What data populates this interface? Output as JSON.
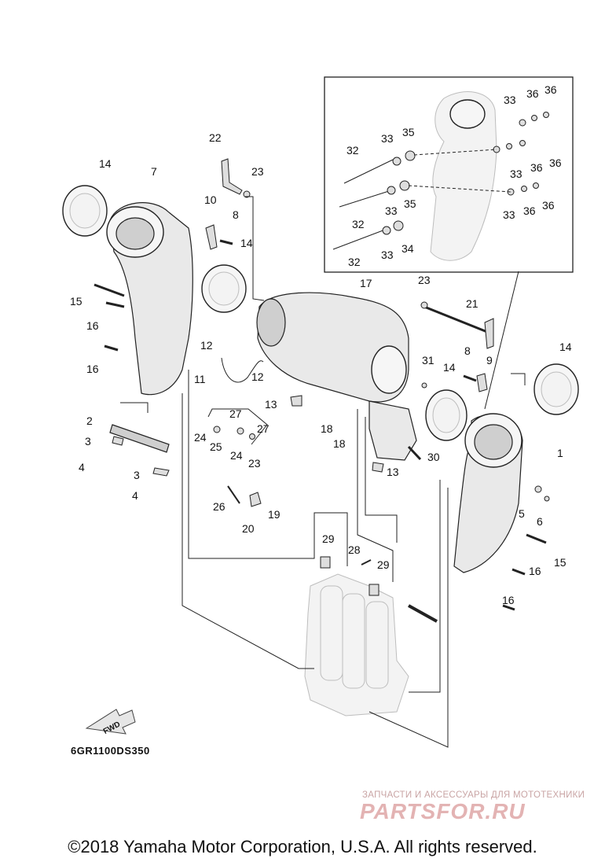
{
  "diagram": {
    "diagram_code": "6GR1100DS350",
    "fwd_label": "FWD",
    "watermark_tagline": "ЗАПЧАСТИ И АКСЕССУАРЫ ДЛЯ МОТОТЕХНИКИ",
    "watermark_logo": "PARTSFOR.RU",
    "copyright": "©2018 Yamaha Motor Corporation, U.S.A. All rights reserved.",
    "callouts": [
      "1",
      "2",
      "3",
      "4",
      "5",
      "6",
      "7",
      "8",
      "9",
      "10",
      "11",
      "12",
      "13",
      "14",
      "15",
      "16",
      "17",
      "18",
      "19",
      "20",
      "21",
      "22",
      "23",
      "24",
      "25",
      "26",
      "27",
      "28",
      "29",
      "30",
      "31",
      "32",
      "33",
      "34",
      "35",
      "36"
    ]
  }
}
